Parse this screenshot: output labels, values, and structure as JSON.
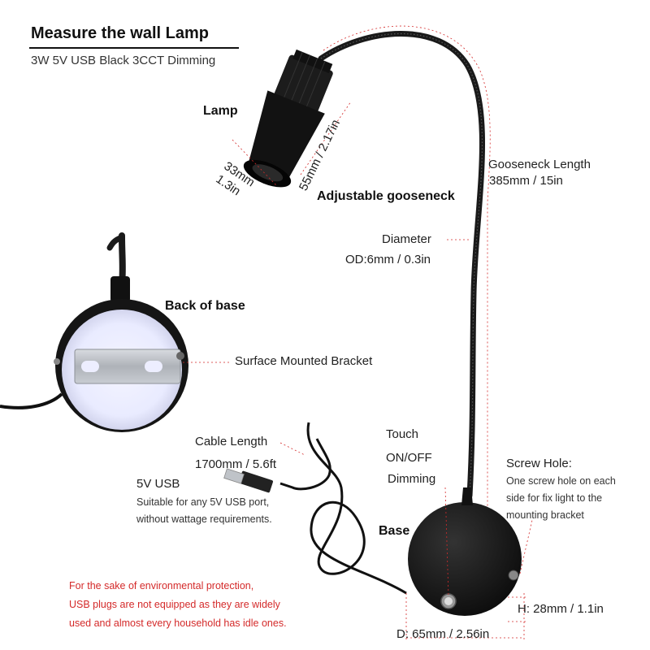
{
  "header": {
    "title": "Measure the wall Lamp",
    "subtitle": "3W 5V USB Black 3CCT Dimming"
  },
  "labels": {
    "lamp": "Lamp",
    "lamp_length": "55mm / 2.17in",
    "lamp_diameter_mm": "33mm",
    "lamp_diameter_in": "1.3in",
    "adjustable_gooseneck": "Adjustable gooseneck",
    "gooseneck_length_title": "Gooseneck Length",
    "gooseneck_length_value": "385mm / 15in",
    "diameter_title": "Diameter",
    "diameter_value": "OD:6mm / 0.3in",
    "back_of_base": "Back of base",
    "surface_bracket": "Surface Mounted Bracket",
    "cable_length_title": "Cable Length",
    "cable_length_value": "1700mm / 5.6ft",
    "usb_title": "5V USB",
    "usb_note_1": "Suitable for any 5V USB port,",
    "usb_note_2": "without wattage requirements.",
    "touch_1": "Touch",
    "touch_2": "ON/OFF",
    "touch_3": "Dimming",
    "screw_title": "Screw Hole:",
    "screw_note_1": "One  screw hole on each",
    "screw_note_2": "side for fix light to the",
    "screw_note_3": "mounting bracket",
    "base": "Base",
    "height": "H: 28mm / 1.1in",
    "base_diameter": "D: 65mm / 2.56in"
  },
  "notice": {
    "line_1": "For the sake of environmental protection,",
    "line_2": "USB plugs are not equipped as they are widely",
    "line_3": "used and almost every household has idle ones."
  },
  "colors": {
    "accent_red": "#d42a2a",
    "product_black": "#151515",
    "bracket_silver": "#b8bcc2",
    "base_back_light": "#eef0ff"
  }
}
